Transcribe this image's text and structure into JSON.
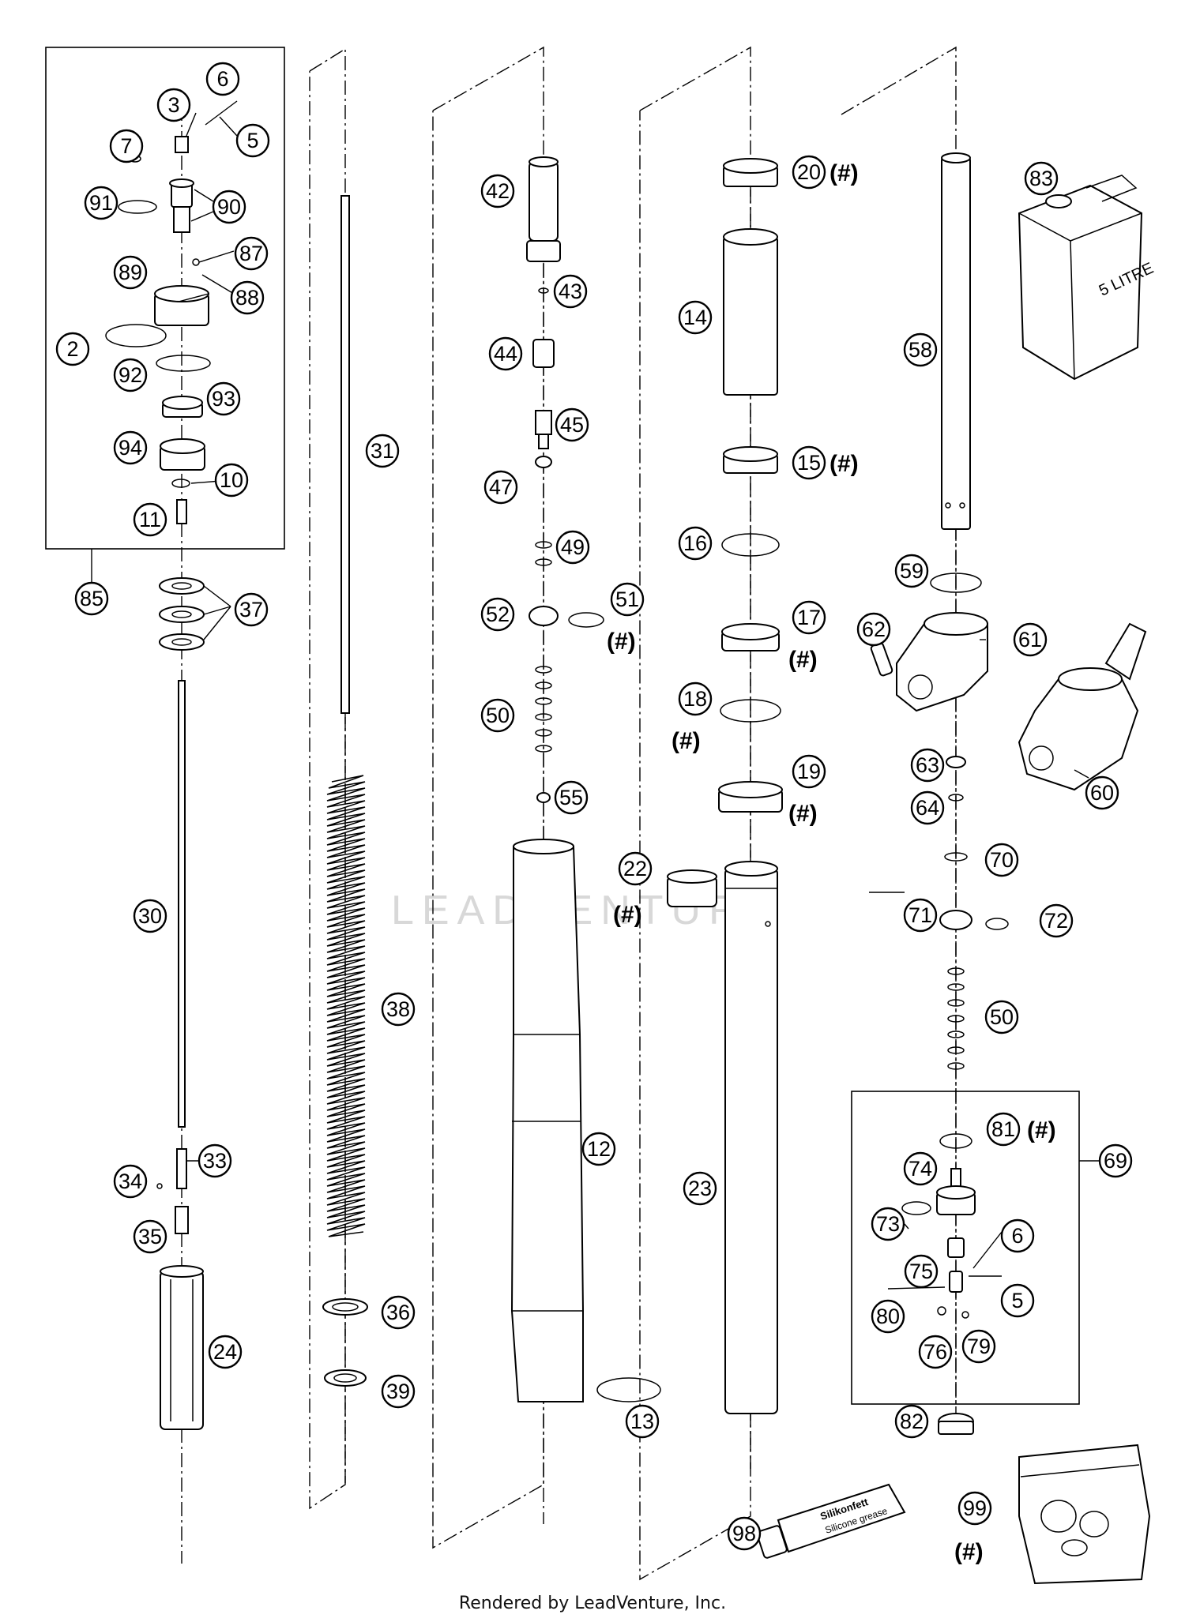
{
  "watermark": "LEADVENTURE",
  "footer": "Rendered by LeadVenture, Inc.",
  "hash_note": "(#)",
  "container_label": "5 LITRE",
  "grease_tube_text": [
    "Silikonfett",
    "Silicone grease"
  ],
  "callouts": {
    "c2": "2",
    "c3": "3",
    "c5a": "5",
    "c5b": "5",
    "c6a": "6",
    "c6b": "6",
    "c7": "7",
    "c10": "10",
    "c11": "11",
    "c12": "12",
    "c13": "13",
    "c14": "14",
    "c15": "15",
    "c16": "16",
    "c17": "17",
    "c18": "18",
    "c19": "19",
    "c20": "20",
    "c22": "22",
    "c23": "23",
    "c24": "24",
    "c30": "30",
    "c31": "31",
    "c33": "33",
    "c34": "34",
    "c35": "35",
    "c36": "36",
    "c37": "37",
    "c38": "38",
    "c39": "39",
    "c42": "42",
    "c43": "43",
    "c44": "44",
    "c45": "45",
    "c47": "47",
    "c49": "49",
    "c50a": "50",
    "c50b": "50",
    "c51": "51",
    "c52": "52",
    "c55": "55",
    "c58": "58",
    "c59": "59",
    "c60": "60",
    "c61": "61",
    "c62": "62",
    "c63": "63",
    "c64": "64",
    "c69": "69",
    "c70": "70",
    "c71": "71",
    "c72": "72",
    "c73": "73",
    "c74": "74",
    "c75": "75",
    "c76": "76",
    "c79": "79",
    "c80": "80",
    "c81": "81",
    "c82": "82",
    "c83": "83",
    "c85": "85",
    "c87": "87",
    "c88": "88",
    "c89": "89",
    "c90": "90",
    "c91": "91",
    "c92": "92",
    "c93": "93",
    "c94": "94",
    "c98": "98",
    "c99": "99"
  }
}
